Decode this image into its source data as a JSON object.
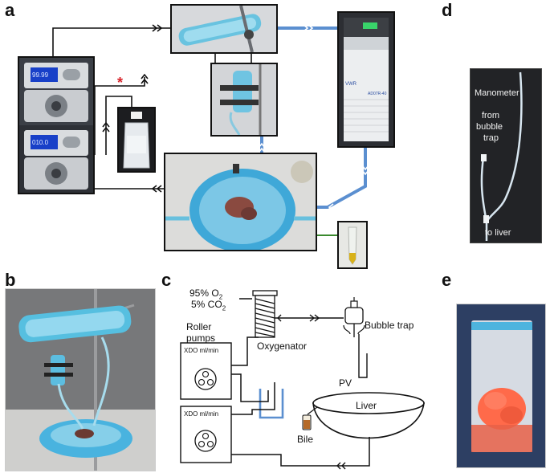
{
  "panels": {
    "a": "a",
    "b": "b",
    "c": "c",
    "d": "d",
    "e": "e"
  },
  "panel_a": {
    "asterisk": "*",
    "pump_display_top": "99.99",
    "pump_display_bottom": "010.0",
    "chiller_brand": "VWR",
    "chiller_model": "AD07R-40"
  },
  "panel_c": {
    "gas_line1_main": "95% O",
    "gas_line1_sub": "2",
    "gas_line2_main": "5% CO",
    "gas_line2_sub": "2",
    "roller_pumps": [
      "Roller",
      "pumps"
    ],
    "pump1_display": "XDO ml/min",
    "pump2_display": "XDO ml/min",
    "oxygenator": "Oxygenator",
    "bubble_trap": "Bubble trap",
    "pv": "PV",
    "liver": "Liver",
    "bile": "Bile"
  },
  "panel_d": {
    "manometer": "Manometer",
    "from_bubble_trap": [
      "from",
      "bubble",
      "trap"
    ],
    "to_liver": "to liver"
  },
  "colors": {
    "tubing_blue": "#5b8fd0",
    "line_black": "#111111",
    "asterisk_red": "#d8232a",
    "bile_green": "#3a8a2e"
  }
}
